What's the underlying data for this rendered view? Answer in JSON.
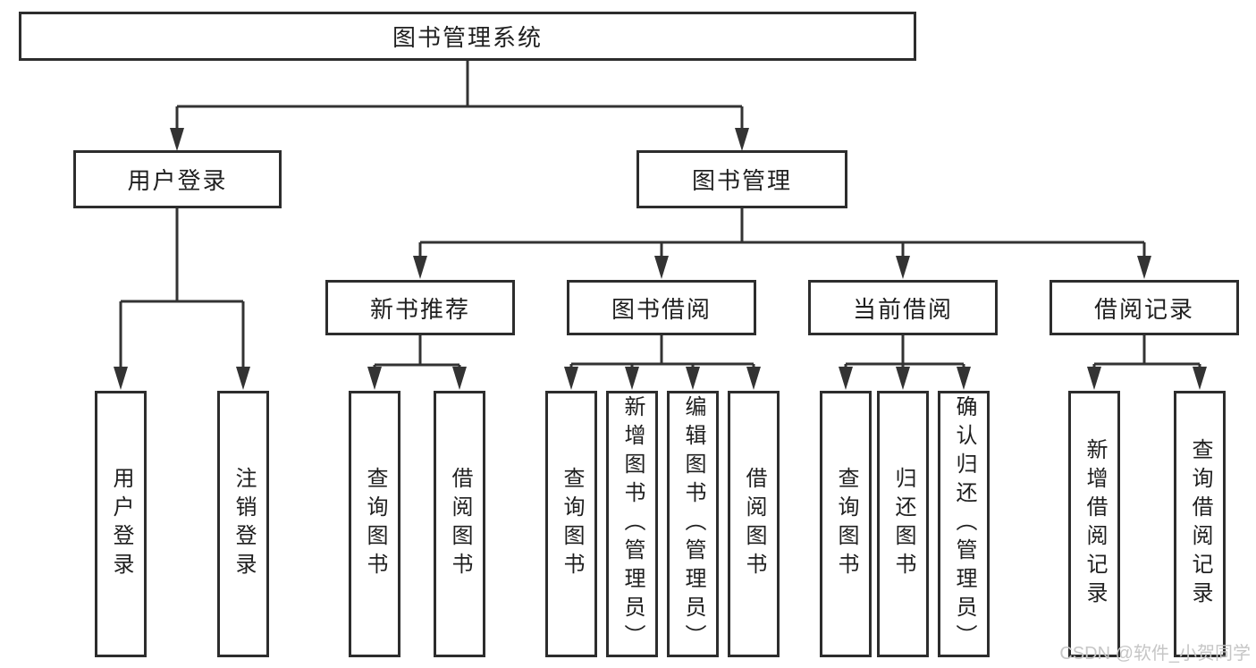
{
  "diagram": {
    "title": "图书管理系统",
    "watermark": "CSDN @软件_小贺同学",
    "colors": {
      "line": "#333333",
      "border": "#2d2d2d",
      "text": "#1f1f1f",
      "watermark": "#c6c6c6",
      "background": "#ffffff"
    },
    "nodes": {
      "root": "图书管理系统",
      "level2": [
        "用户登录",
        "图书管理"
      ],
      "level3": [
        "新书推荐",
        "图书借阅",
        "当前借阅",
        "借阅记录"
      ],
      "leaves": {
        "user_login_group": [
          "用户登录",
          "注销登录"
        ],
        "new_book_group": [
          "查询图书",
          "借阅图书"
        ],
        "book_borrow_group": [
          "查询图书",
          "新增图书（管理员）",
          "编辑图书（管理员）",
          "借阅图书"
        ],
        "current_borrow_group": [
          "查询图书",
          "归还图书",
          "确认归还（管理员）"
        ],
        "record_group": [
          "新增借阅记录",
          "查询借阅记录"
        ]
      }
    }
  }
}
